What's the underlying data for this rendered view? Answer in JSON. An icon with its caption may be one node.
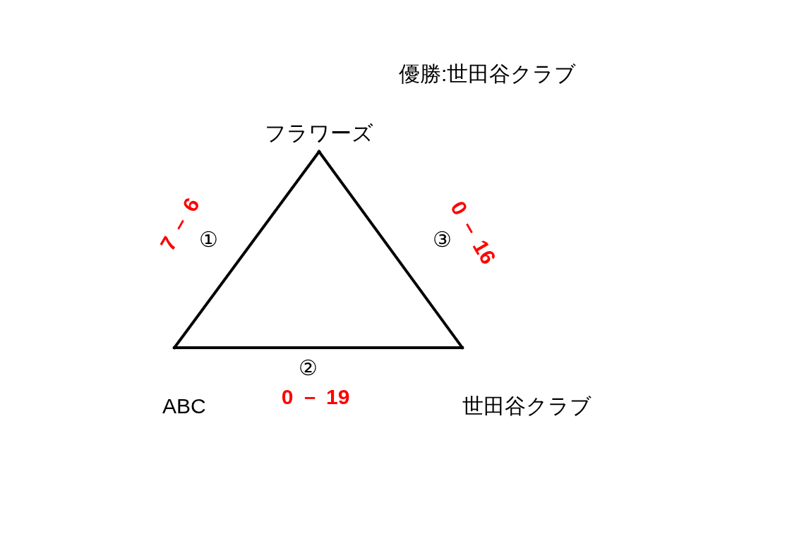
{
  "diagram": {
    "title": "優勝:世田谷クラブ",
    "nodes": [
      {
        "text": [
          "フラワーズ"
        ]
      },
      {
        "text": [
          "ABC"
        ]
      },
      {
        "text": [
          "世田谷クラブ"
        ]
      }
    ],
    "edges": [
      {
        "from": 0,
        "to": 1,
        "arrow": "none",
        "label": "①"
      },
      {
        "from": 1,
        "to": 2,
        "arrow": "none",
        "label": "②"
      },
      {
        "from": 0,
        "to": 2,
        "arrow": "none",
        "label": "③"
      }
    ],
    "labels": [
      "7 － 6",
      "0 － 19",
      "0 － 16"
    ]
  }
}
